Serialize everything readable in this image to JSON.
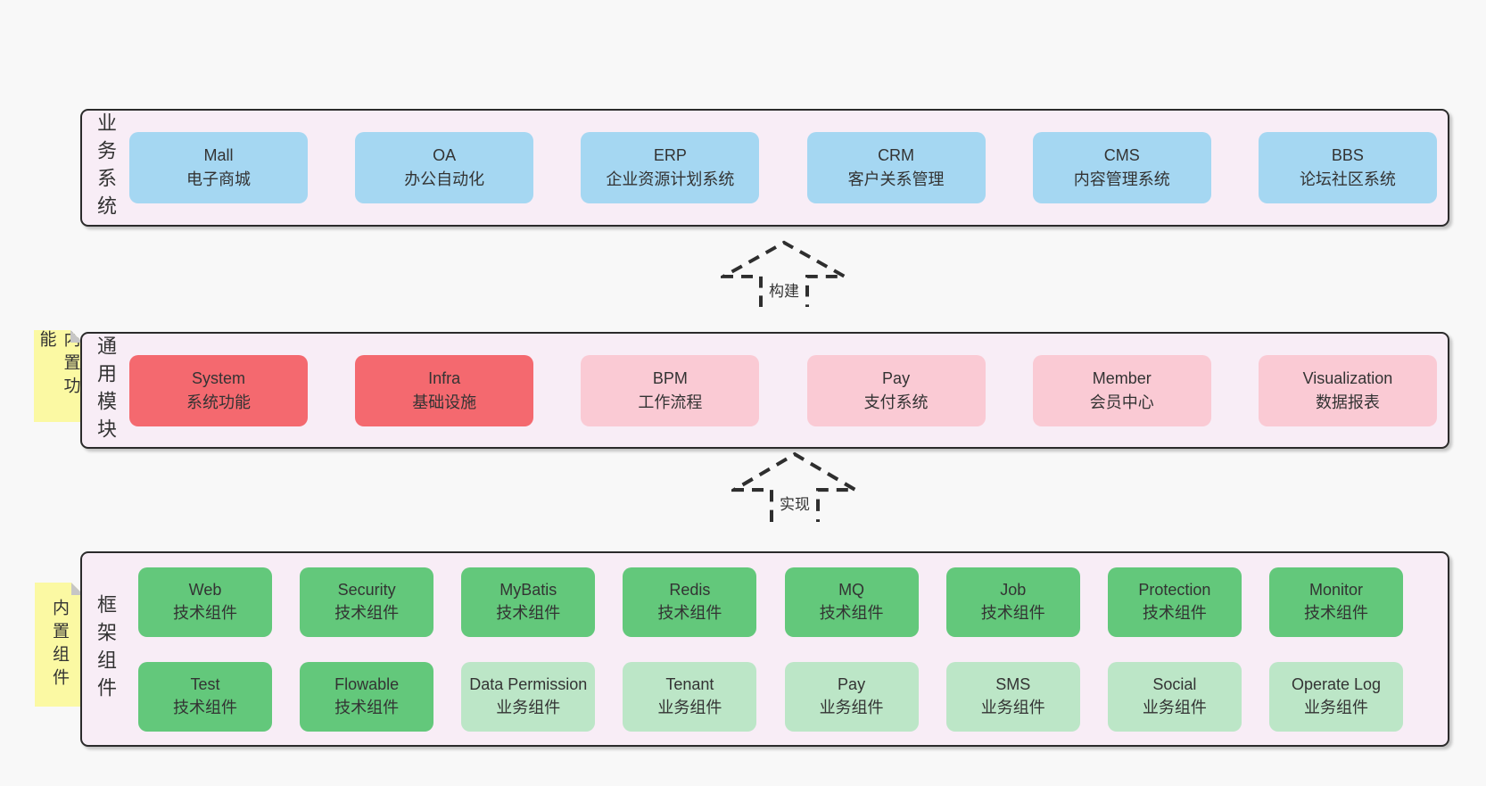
{
  "arrows": {
    "build_label": "构建",
    "implement_label": "实现"
  },
  "bands": [
    {
      "label": "业务系统",
      "boxes": [
        {
          "name": "Mall",
          "desc": "电子商城"
        },
        {
          "name": "OA",
          "desc": "办公自动化"
        },
        {
          "name": "ERP",
          "desc": "企业资源计划系统"
        },
        {
          "name": "CRM",
          "desc": "客户关系管理"
        },
        {
          "name": "CMS",
          "desc": "内容管理系统"
        },
        {
          "name": "BBS",
          "desc": "论坛社区系统"
        }
      ]
    },
    {
      "label": "通用模块",
      "sticky": "内置功能",
      "boxes": [
        {
          "name": "System",
          "desc": "系统功能"
        },
        {
          "name": "Infra",
          "desc": "基础设施"
        },
        {
          "name": "BPM",
          "desc": "工作流程"
        },
        {
          "name": "Pay",
          "desc": "支付系统"
        },
        {
          "name": "Member",
          "desc": "会员中心"
        },
        {
          "name": "Visualization",
          "desc": "数据报表"
        }
      ]
    },
    {
      "label": "框架组件",
      "sticky": "内置组件",
      "rows": [
        [
          {
            "name": "Web",
            "desc": "技术组件"
          },
          {
            "name": "Security",
            "desc": "技术组件"
          },
          {
            "name": "MyBatis",
            "desc": "技术组件"
          },
          {
            "name": "Redis",
            "desc": "技术组件"
          },
          {
            "name": "MQ",
            "desc": "技术组件"
          },
          {
            "name": "Job",
            "desc": "技术组件"
          },
          {
            "name": "Protection",
            "desc": "技术组件"
          },
          {
            "name": "Monitor",
            "desc": "技术组件"
          }
        ],
        [
          {
            "name": "Test",
            "desc": "技术组件"
          },
          {
            "name": "Flowable",
            "desc": "技术组件"
          },
          {
            "name": "Data Permission",
            "desc": "业务组件"
          },
          {
            "name": "Tenant",
            "desc": "业务组件"
          },
          {
            "name": "Pay",
            "desc": "业务组件"
          },
          {
            "name": "SMS",
            "desc": "业务组件"
          },
          {
            "name": "Social",
            "desc": "业务组件"
          },
          {
            "name": "Operate Log",
            "desc": "业务组件"
          }
        ]
      ]
    }
  ],
  "colors": {
    "page_bg": "#f8f8f8",
    "band_bg": "#f8edf6",
    "band_border": "#2b2b2b",
    "blue": "#a5d7f2",
    "red": "#f4696f",
    "pink": "#facad4",
    "green": "#63c87b",
    "light_green": "#bce6c7",
    "sticky_yellow": "#fbf9a3",
    "fold_gray": "#c6c6c6"
  }
}
